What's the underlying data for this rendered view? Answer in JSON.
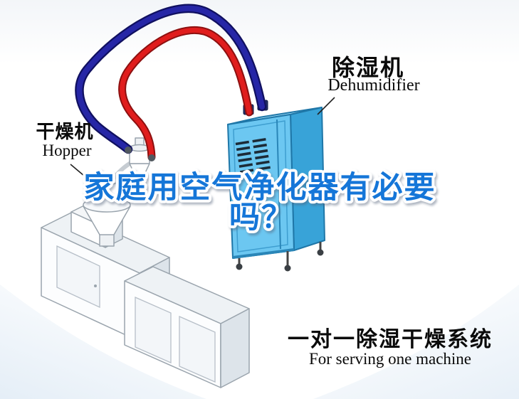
{
  "headline": {
    "line1": "家庭用空气净化器有必要",
    "line2": "吗？",
    "color": "#1576d8"
  },
  "callouts": {
    "dehumidifier": {
      "cn": "除湿机",
      "en": "Dehumidifier"
    },
    "hopper": {
      "cn": "干燥机",
      "en": "Hopper"
    }
  },
  "caption": {
    "cn": "一对一除湿干燥系统",
    "en": "For serving one machine"
  },
  "colors": {
    "hose_red": "#e01d1d",
    "hose_blue": "#2626a6",
    "dehumidifier_front": "#6cc7f1",
    "dehumidifier_side": "#38a3d8",
    "dehumidifier_top": "#9ad9f5"
  }
}
